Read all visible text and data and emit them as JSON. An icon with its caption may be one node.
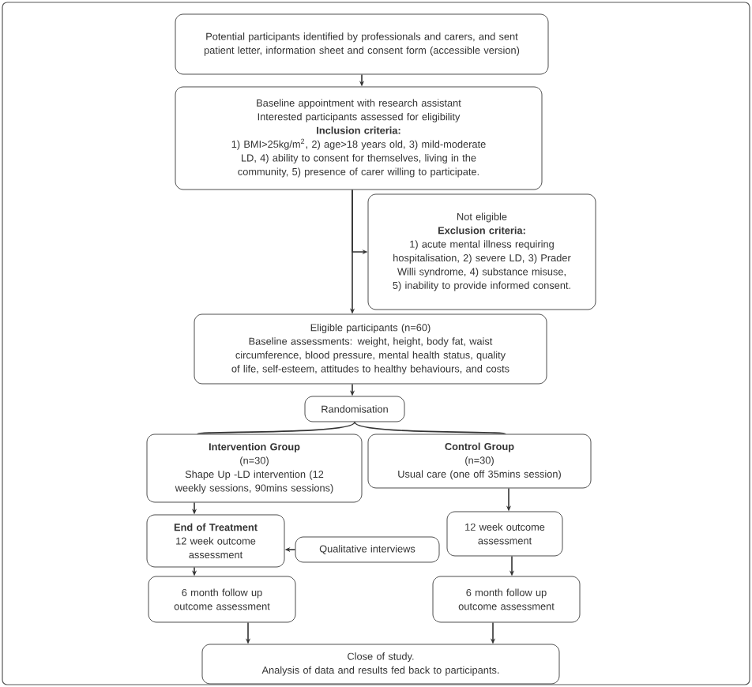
{
  "diagram": {
    "nodes": [
      {
        "text": [
          "Potential participants identified by professionals and carers, and sent patient letter, information sheet and consent form (accessible version)"
        ]
      },
      {
        "text": [
          "Baseline appointment with research assistant",
          "Interested participants assessed for eligibility",
          "Inclusion criteria:",
          "1) BMI>25kg/m$^{2}$, 2) age>18 years old, 3) mild-moderate LD, 4) ability to consent for themselves, living in the community, 5) presence of carer willing to participate."
        ]
      },
      {
        "text": [
          "Not eligible",
          "Exclusion criteria:",
          "1) acute mental illness requiring hospitalisation, 2) severe LD, 3) Prader Willi syndrome, 4) substance misuse, 5) inability to provide informed consent."
        ]
      },
      {
        "text": [
          "Eligible participants (n=60)",
          "Baseline assessments: weight, height, body fat, waist circumference, blood pressure, mental health status, quality of life, self-esteem, attitudes to healthy behaviours, and costs"
        ]
      },
      {
        "text": [
          "Randomisation"
        ]
      },
      {
        "text": [
          "Intervention Group",
          "(n=30)",
          "Shape Up -LD intervention (12 weekly sessions, 90mins sessions)"
        ]
      },
      {
        "text": [
          "Control Group",
          "(n=30)",
          "Usual care (one off 35mins session)"
        ]
      },
      {
        "text": [
          "End of Treatment",
          "12 week outcome assessment"
        ]
      },
      {
        "text": [
          "Qualitative interviews"
        ]
      },
      {
        "text": [
          "12 week outcome assessment"
        ]
      },
      {
        "text": [
          "6 month follow up outcome assessment"
        ]
      },
      {
        "text": [
          "6 month follow up outcome assessment"
        ]
      },
      {
        "text": [
          "Close of study.",
          "Analysis of data and results fed back to participants."
        ]
      }
    ],
    "edges": [
      {
        "from": 0,
        "to": 1,
        "arrow": "to"
      },
      {
        "from": 1,
        "to": 3,
        "arrow": "to"
      },
      {
        "from": 1,
        "to": 2,
        "arrow": "to"
      },
      {
        "from": 3,
        "to": 4,
        "arrow": "to"
      },
      {
        "from": 4,
        "to": 5,
        "arrow": "none"
      },
      {
        "from": 4,
        "to": 6,
        "arrow": "none"
      },
      {
        "from": 5,
        "to": 7,
        "arrow": "to"
      },
      {
        "from": 8,
        "to": 7,
        "arrow": "to"
      },
      {
        "from": 7,
        "to": 10,
        "arrow": "to"
      },
      {
        "from": 10,
        "to": 12,
        "arrow": "to"
      },
      {
        "from": 6,
        "to": 9,
        "arrow": "to"
      },
      {
        "from": 9,
        "to": 11,
        "arrow": "to"
      },
      {
        "from": 11,
        "to": 12,
        "arrow": "to"
      }
    ]
  }
}
